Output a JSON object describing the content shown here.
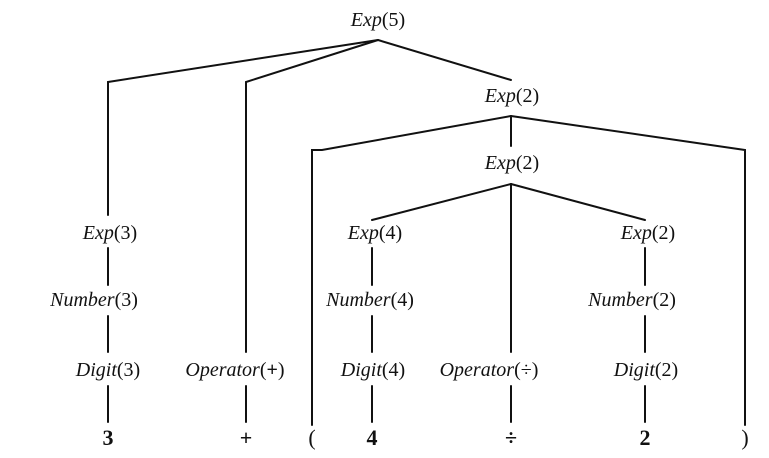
{
  "nodes": {
    "root": {
      "name": "Exp",
      "arg": "(5)"
    },
    "exp2a": {
      "name": "Exp",
      "arg": "(2)"
    },
    "exp2b": {
      "name": "Exp",
      "arg": "(2)"
    },
    "exp3": {
      "name": "Exp",
      "arg": "(3)"
    },
    "exp4": {
      "name": "Exp",
      "arg": "(4)"
    },
    "exp2c": {
      "name": "Exp",
      "arg": "(2)"
    },
    "num3": {
      "name": "Number",
      "arg": "(3)"
    },
    "num4": {
      "name": "Number",
      "arg": "(4)"
    },
    "num2": {
      "name": "Number",
      "arg": "(2)"
    },
    "dig3": {
      "name": "Digit",
      "arg": "(3)"
    },
    "opplus": {
      "name": "Operator",
      "open": "(",
      "sym": "+",
      "close": ")"
    },
    "dig4": {
      "name": "Digit",
      "arg": "(4)"
    },
    "opdiv": {
      "name": "Operator",
      "open": "(",
      "sym": "÷",
      "close": ")"
    },
    "dig2": {
      "name": "Digit",
      "arg": "(2)"
    }
  },
  "leaves": {
    "three": "3",
    "plus": "+",
    "lparen": "(",
    "four": "4",
    "divide": "÷",
    "two": "2",
    "rparen": ")"
  }
}
